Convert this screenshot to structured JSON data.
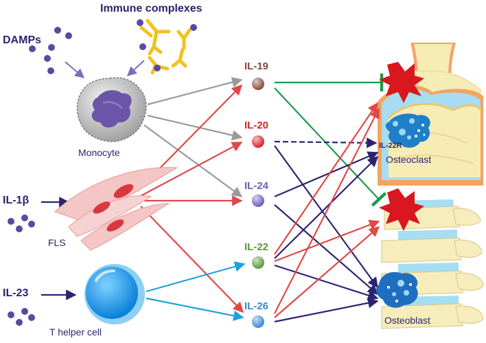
{
  "labels": {
    "damps": "DAMPs",
    "immune_complexes": "Immune complexes",
    "monocyte": "Monocyte",
    "il1b": "IL-1β",
    "fls": "FLS",
    "il23": "IL-23",
    "t_helper": "T helper cell",
    "il19": "IL-19",
    "il20": "IL-20",
    "il24": "IL-24",
    "il22": "IL-22",
    "il26": "IL-26",
    "il22r": "IL-22R",
    "osteoclast": "Osteoclast",
    "osteoblast": "Osteoblast"
  },
  "colors": {
    "navy": "#2a2470",
    "red_arrow": "#e04848",
    "gray_arrow": "#9a9a9a",
    "blue_arrow": "#1fa2dc",
    "green_arrow": "#1a9a4a",
    "il19": "#8b4a3c",
    "il20": "#d8222a",
    "il24": "#6a5fb8",
    "il22": "#5a9a3a",
    "il26": "#3a8ad0",
    "burst": "#d8181e"
  }
}
